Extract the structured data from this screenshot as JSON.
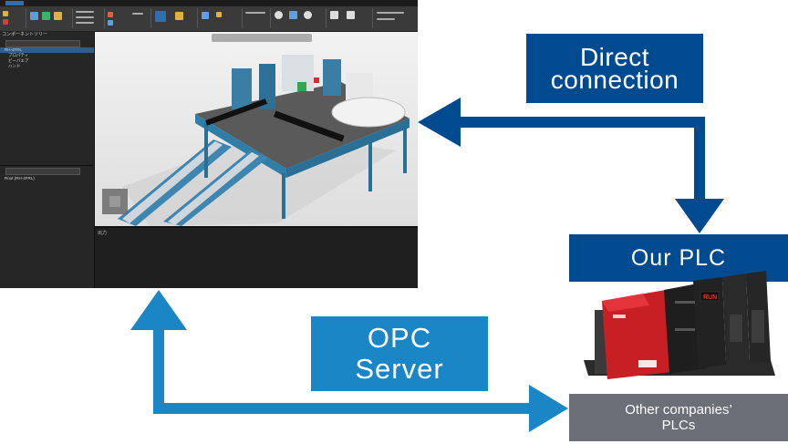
{
  "diagram": {
    "direct_connection": {
      "line1": "Direct",
      "line2": "connection"
    },
    "our_plc": "Our PLC",
    "opc_server": {
      "line1": "OPC",
      "line2": "Server"
    },
    "other_plcs": {
      "line1": "Other companies’",
      "line2": "PLCs"
    }
  },
  "colors": {
    "dark_blue": "#004a8f",
    "light_blue": "#1a86c6",
    "gray_box": "#6b6f77",
    "app_background": "#2b2b2b"
  },
  "app": {
    "panel_title": "コンポーネントツリー",
    "tree_items": [
      "RH-4FRL",
      "プロパティ",
      "ビーバエア",
      "ハンド"
    ],
    "lower_item": "Root (RH-4FRL)",
    "output_label": "出力"
  },
  "plc_labels": {
    "run": "RUN"
  }
}
